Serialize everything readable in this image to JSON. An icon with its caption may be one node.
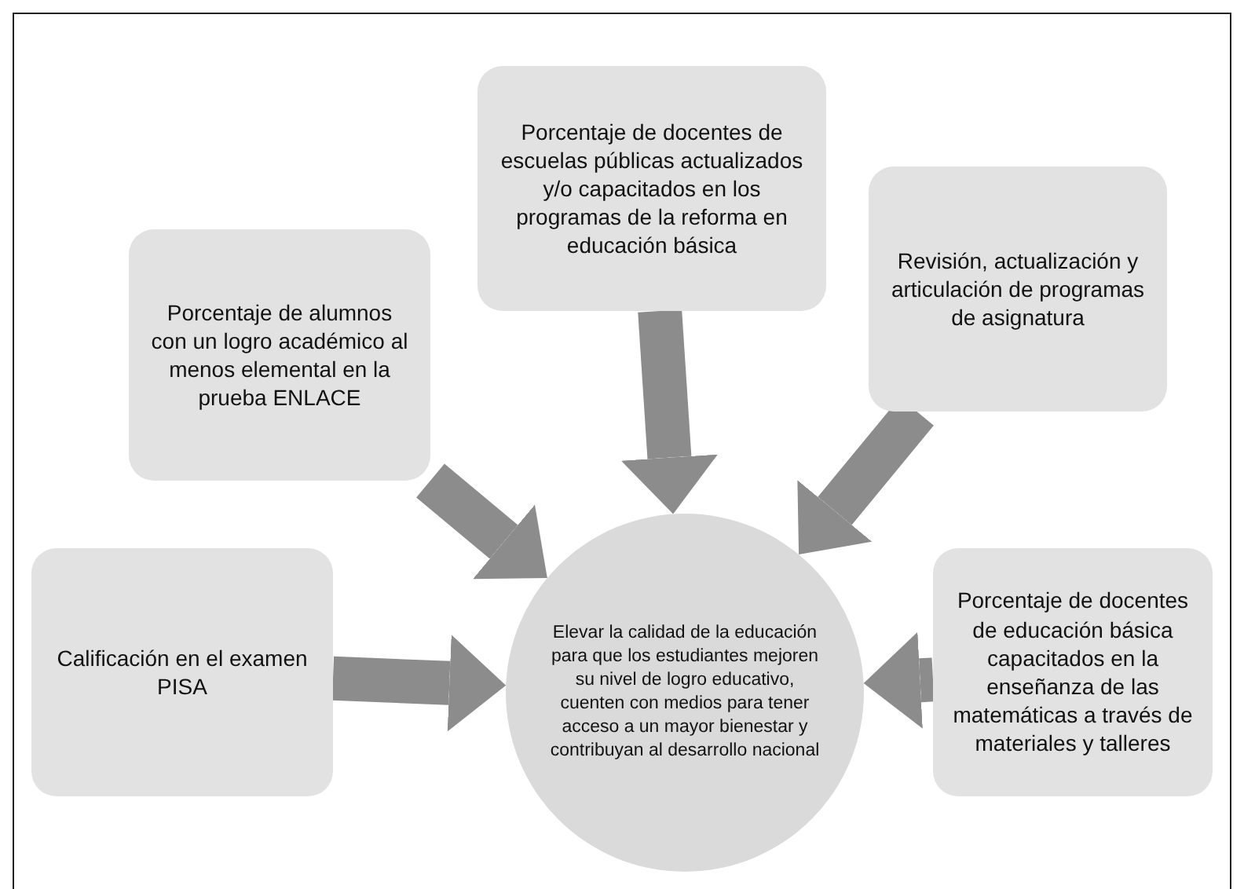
{
  "diagram": {
    "nodes": [
      {
        "text": [
          "Elevar la calidad de la educación para que los estudiantes mejoren su nivel de logro educativo, cuenten con medios para tener acceso a un mayor bienestar y contribuyan al desarrollo nacional"
        ]
      },
      {
        "text": [
          "Porcentaje de alumnos con un logro académico al menos elemental en la prueba ENLACE"
        ]
      },
      {
        "text": [
          "Porcentaje de docentes de escuelas públicas actualizados y/o capacitados en los programas de la reforma en educación básica"
        ]
      },
      {
        "text": [
          "Revisión, actualización y articulación de programas de asignatura"
        ]
      },
      {
        "text": [
          "Calificación en el examen PISA"
        ]
      },
      {
        "text": [
          "Porcentaje de docentes de educación básica capacitados en la enseñanza de las matemáticas a través de materiales y talleres"
        ]
      }
    ],
    "edges": [
      {
        "from": 1,
        "to": 0,
        "arrow": "to"
      },
      {
        "from": 2,
        "to": 0,
        "arrow": "to"
      },
      {
        "from": 3,
        "to": 0,
        "arrow": "to"
      },
      {
        "from": 4,
        "to": 0,
        "arrow": "to"
      },
      {
        "from": 5,
        "to": 0,
        "arrow": "to"
      }
    ]
  }
}
